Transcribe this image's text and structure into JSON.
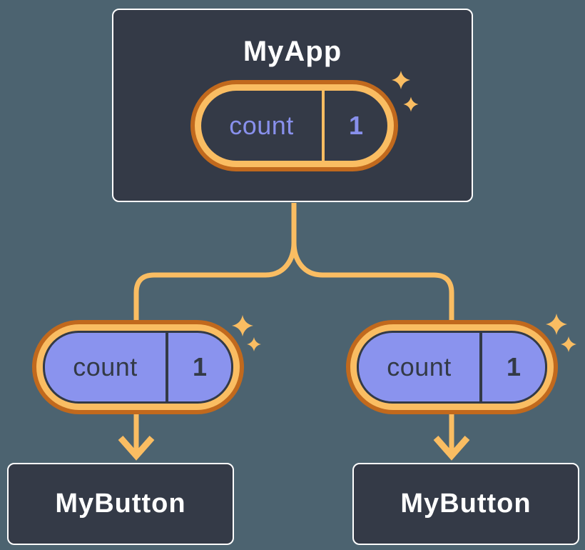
{
  "diagram": {
    "parent": {
      "title": "MyApp",
      "state": {
        "name": "count",
        "value": "1"
      }
    },
    "children": [
      {
        "title": "MyButton",
        "state": {
          "name": "count",
          "value": "1"
        }
      },
      {
        "title": "MyButton",
        "state": {
          "name": "count",
          "value": "1"
        }
      }
    ]
  },
  "colors": {
    "background": "#4C6370",
    "component_fill": "#343A47",
    "component_border": "#FFFFFF",
    "accent_light_orange": "#FABD62",
    "accent_dark_orange": "#C1691D",
    "state_purple_fill": "#8A93EE",
    "state_purple_text": "#8890EC",
    "dark_text": "#333A46",
    "title_text": "#FFFFFF"
  }
}
